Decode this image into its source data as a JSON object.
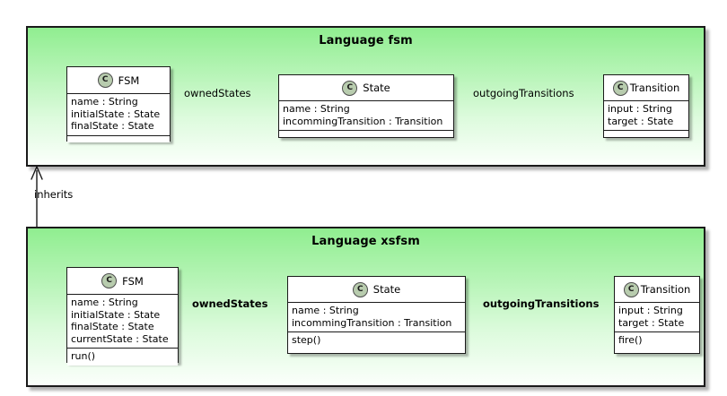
{
  "diagram": {
    "type": "uml-class-diagram",
    "background": "#ffffff",
    "accent_green": "#90ee90",
    "class_icon_color": "#b8ccae",
    "line_color": "#1a1a1a"
  },
  "packages": [
    {
      "id": "fsm",
      "title": "Language fsm",
      "classes": [
        {
          "id": "fsm-fsm",
          "name": "FSM",
          "icon_letter": "C",
          "attributes": [
            "name : String",
            "initialState : State",
            "finalState : State"
          ],
          "operations": []
        },
        {
          "id": "fsm-state",
          "name": "State",
          "icon_letter": "C",
          "attributes": [
            "name : String",
            "incommingTransition : Transition"
          ],
          "operations": []
        },
        {
          "id": "fsm-transition",
          "name": "Transition",
          "icon_letter": "C",
          "attributes": [
            "input : String",
            "target : State"
          ],
          "operations": []
        }
      ],
      "associations": [
        {
          "id": "fsm-ownedstates",
          "label": "ownedStates",
          "from": "FSM",
          "to": "State",
          "kind": "composition"
        },
        {
          "id": "fsm-outgoing",
          "label": "outgoingTransitions",
          "from": "State",
          "to": "Transition",
          "kind": "composition"
        }
      ]
    },
    {
      "id": "xsfsm",
      "title": "Language xsfsm",
      "classes": [
        {
          "id": "xsfsm-fsm",
          "name": "FSM",
          "icon_letter": "C",
          "attributes": [
            "name : String",
            "initialState : State",
            "finalState : State",
            "currentState : State"
          ],
          "operations": [
            "run()"
          ]
        },
        {
          "id": "xsfsm-state",
          "name": "State",
          "icon_letter": "C",
          "attributes": [
            "name : String",
            "incommingTransition : Transition"
          ],
          "operations": [
            "step()"
          ]
        },
        {
          "id": "xsfsm-transition",
          "name": "Transition",
          "icon_letter": "C",
          "attributes": [
            "input : String",
            "target : State"
          ],
          "operations": [
            "fire()"
          ]
        }
      ],
      "associations": [
        {
          "id": "xsfsm-ownedstates",
          "label": "ownedStates",
          "from": "FSM",
          "to": "State",
          "kind": "composition"
        },
        {
          "id": "xsfsm-outgoing",
          "label": "outgoingTransitions",
          "from": "State",
          "to": "Transition",
          "kind": "composition"
        }
      ]
    }
  ],
  "relations": [
    {
      "id": "inherits-relation",
      "label": "inherits",
      "from_package": "Language xsfsm",
      "to_package": "Language fsm",
      "arrow": "open-arrow-up"
    }
  ]
}
